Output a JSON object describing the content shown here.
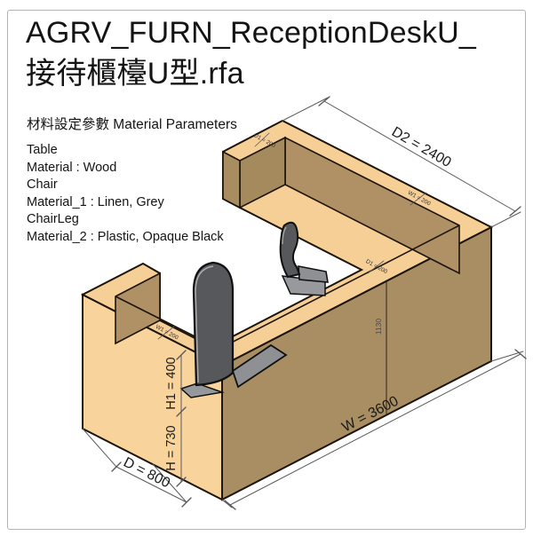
{
  "title": {
    "line1": "AGRV_FURN_ReceptionDeskU_",
    "line2": "接待櫃檯U型.rfa"
  },
  "materials": {
    "heading": "材料設定參數 Material Parameters",
    "lines": [
      "Table",
      "Material : Wood",
      "Chair",
      "Material_1 : Linen, Grey",
      "ChairLeg",
      "Material_2 : Plastic, Opaque Black"
    ]
  },
  "dimensions": {
    "d2": "D2 = 2400",
    "w": "W = 3600",
    "d": "D = 800",
    "h1": "H1 = 400",
    "h": "H = 730",
    "total_height": "1130",
    "small": [
      "D1 = 200",
      "W1 = 200",
      "D1 = 200",
      "W1 = 200"
    ]
  },
  "colors": {
    "desk_top": "#F6CF97",
    "desk_left_face": "#F8D49C",
    "desk_front_face": "#A98E63",
    "desk_inner_wall": "#B09165",
    "chair_back": "#57585B",
    "chair_seat": "#8E9093",
    "outline": "#1c140a",
    "dim_line": "#5a5a5a"
  }
}
